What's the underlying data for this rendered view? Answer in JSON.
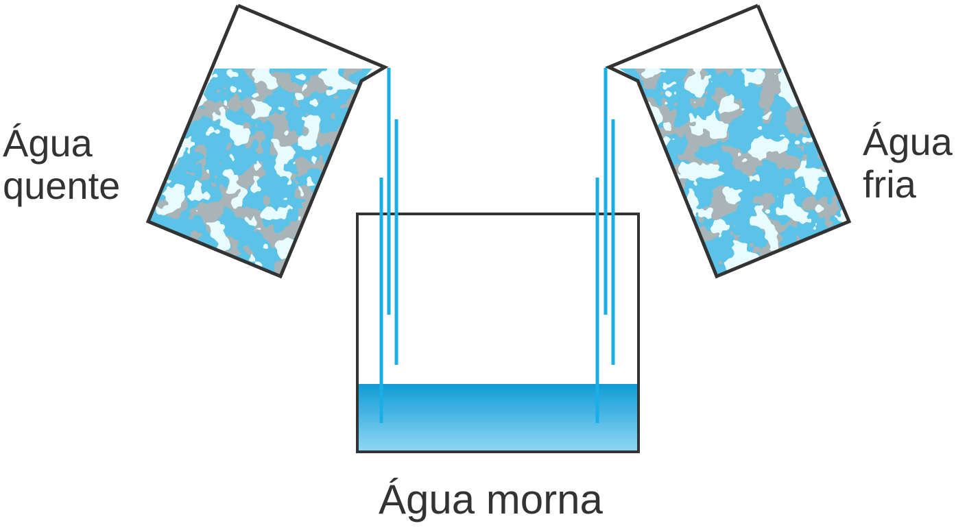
{
  "labels": {
    "hot_water": [
      "Água",
      "quente"
    ],
    "cold_water": [
      "Água",
      "fria"
    ],
    "warm_water": "Água morna"
  },
  "colors": {
    "outline": "#333333",
    "stream": "#19aee6",
    "liquid_base": "#5cc3e8",
    "liquid_patch_grey": "#a9b4b6",
    "liquid_patch_white": "#e8fbff",
    "warm_top": "#0f9bd6",
    "warm_bottom": "#8fd7f4"
  },
  "icons": {
    "left_beaker": "beaker-pouring-icon",
    "right_beaker": "beaker-pouring-icon",
    "basin": "basin-icon"
  }
}
